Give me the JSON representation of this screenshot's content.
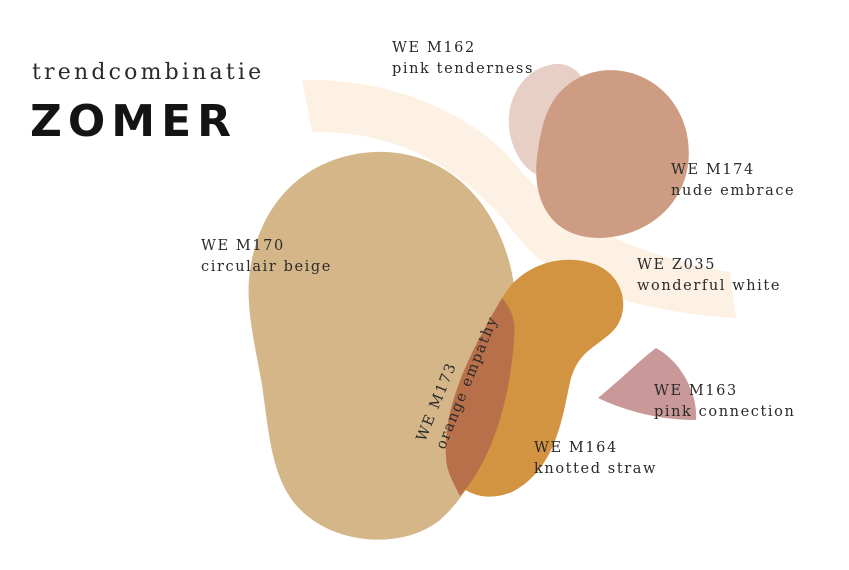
{
  "subtitle": "trendcombinatie",
  "title": "ZOMER",
  "swatches": [
    {
      "code": "WE M162",
      "name": "pink tenderness",
      "color": "#e8cfc6"
    },
    {
      "code": "WE M174",
      "name": "nude embrace",
      "color": "#cd9c82"
    },
    {
      "code": "WE M170",
      "name": "circulair beige",
      "color": "#d5b689"
    },
    {
      "code": "WE Z035",
      "name": "wonderful white",
      "color": "#fdf1e3"
    },
    {
      "code": "WE M173",
      "name": "orange empathy",
      "color": "#b8704b"
    },
    {
      "code": "WE M164",
      "name": "knotted straw",
      "color": "#d29440"
    },
    {
      "code": "WE M163",
      "name": "pink connection",
      "color": "#c99898"
    }
  ]
}
